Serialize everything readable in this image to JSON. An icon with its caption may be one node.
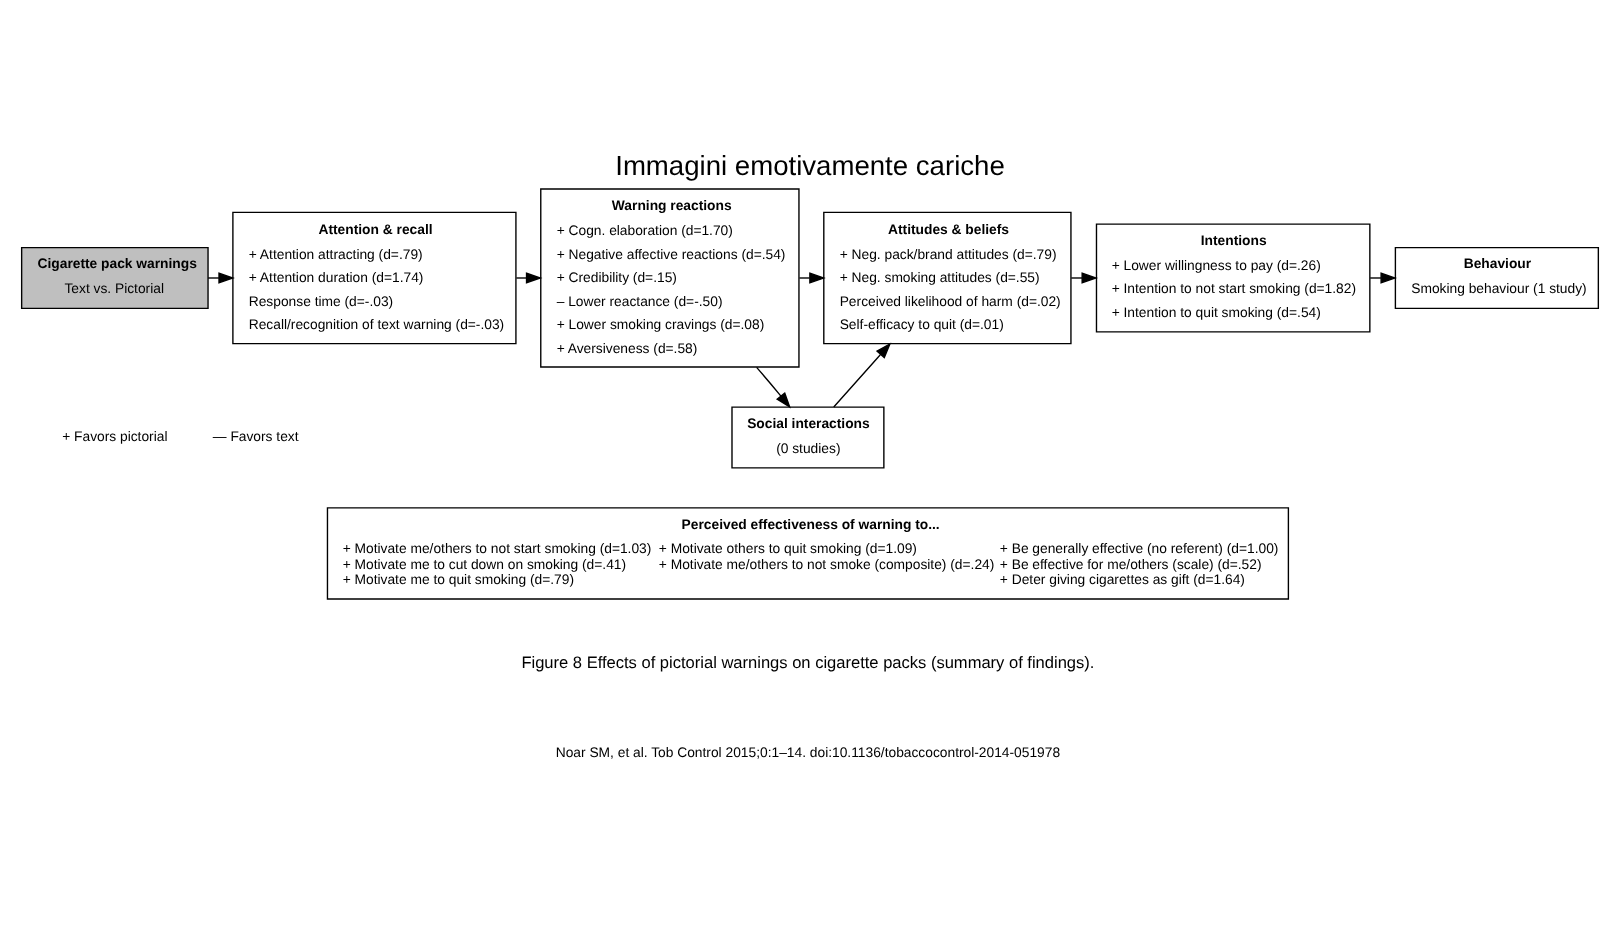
{
  "diagram": {
    "title": "Immagini emotivamente cariche",
    "caption": "Figure 8 Effects of pictorial warnings on cigarette packs (summary of findings).",
    "nodes": [
      {
        "text": [
          "Cigarette pack warnings",
          "Text vs. Pictorial"
        ]
      },
      {
        "text": [
          "Attention & recall",
          "+ Attention attracting (d=.79)",
          "+ Attention duration (d=1.74)",
          "Response time (d=-.03)",
          "Recall/recognition of text warning (d=-.03)"
        ]
      },
      {
        "text": [
          "Warning reactions",
          "+ Cogn. elaboration (d=1.70)",
          "+ Negative affective reactions (d=.54)",
          "+ Credibility (d=.15)",
          "– Lower reactance (d=-.50)",
          "+ Lower smoking cravings (d=.08)",
          "+ Aversiveness (d=.58)"
        ]
      },
      {
        "text": [
          "Attitudes & beliefs",
          "+ Neg. pack/brand attitudes (d=.79)",
          "+ Neg. smoking attitudes (d=.55)",
          "Perceived likelihood of harm (d=.02)",
          "Self-efficacy to quit (d=.01)"
        ]
      },
      {
        "text": [
          "Intentions",
          "+ Lower willingness to pay (d=.26)",
          "+ Intention to not start smoking (d=1.82)",
          "+ Intention to quit smoking (d=.54)"
        ]
      },
      {
        "text": [
          "Behaviour",
          "Smoking behaviour (1 study)"
        ]
      },
      {
        "text": [
          "Social interactions",
          "(0 studies)"
        ]
      },
      {
        "text": [
          "Perceived effectiveness of warning to...",
          "+ Motivate me/others to not start smoking (d=1.03)",
          "+ Motivate me to cut down on smoking (d=.41)",
          "+ Motivate me to quit smoking (d=.79)",
          "+ Motivate others to quit smoking (d=1.09)",
          "+ Motivate me/others to not smoke (composite) (d=.24)",
          "+ Be generally effective (no referent) (d=1.00)",
          "+ Be effective for me/others (scale) (d=.52)",
          "+ Deter giving cigarettes as gift (d=1.64)"
        ]
      }
    ],
    "edges": [
      {
        "from": 0,
        "to": 1,
        "arrow": "to"
      },
      {
        "from": 1,
        "to": 2,
        "arrow": "to"
      },
      {
        "from": 2,
        "to": 3,
        "arrow": "to"
      },
      {
        "from": 3,
        "to": 4,
        "arrow": "to"
      },
      {
        "from": 4,
        "to": 5,
        "arrow": "to"
      },
      {
        "from": 2,
        "to": 6,
        "arrow": "to"
      },
      {
        "from": 6,
        "to": 3,
        "arrow": "to"
      }
    ],
    "labels": [
      "+ Favors pictorial",
      "— Favors text",
      "Noar SM, et al. Tob Control 2015;0:1–14. doi:10.1136/tobaccocontrol-2014-051978"
    ]
  }
}
